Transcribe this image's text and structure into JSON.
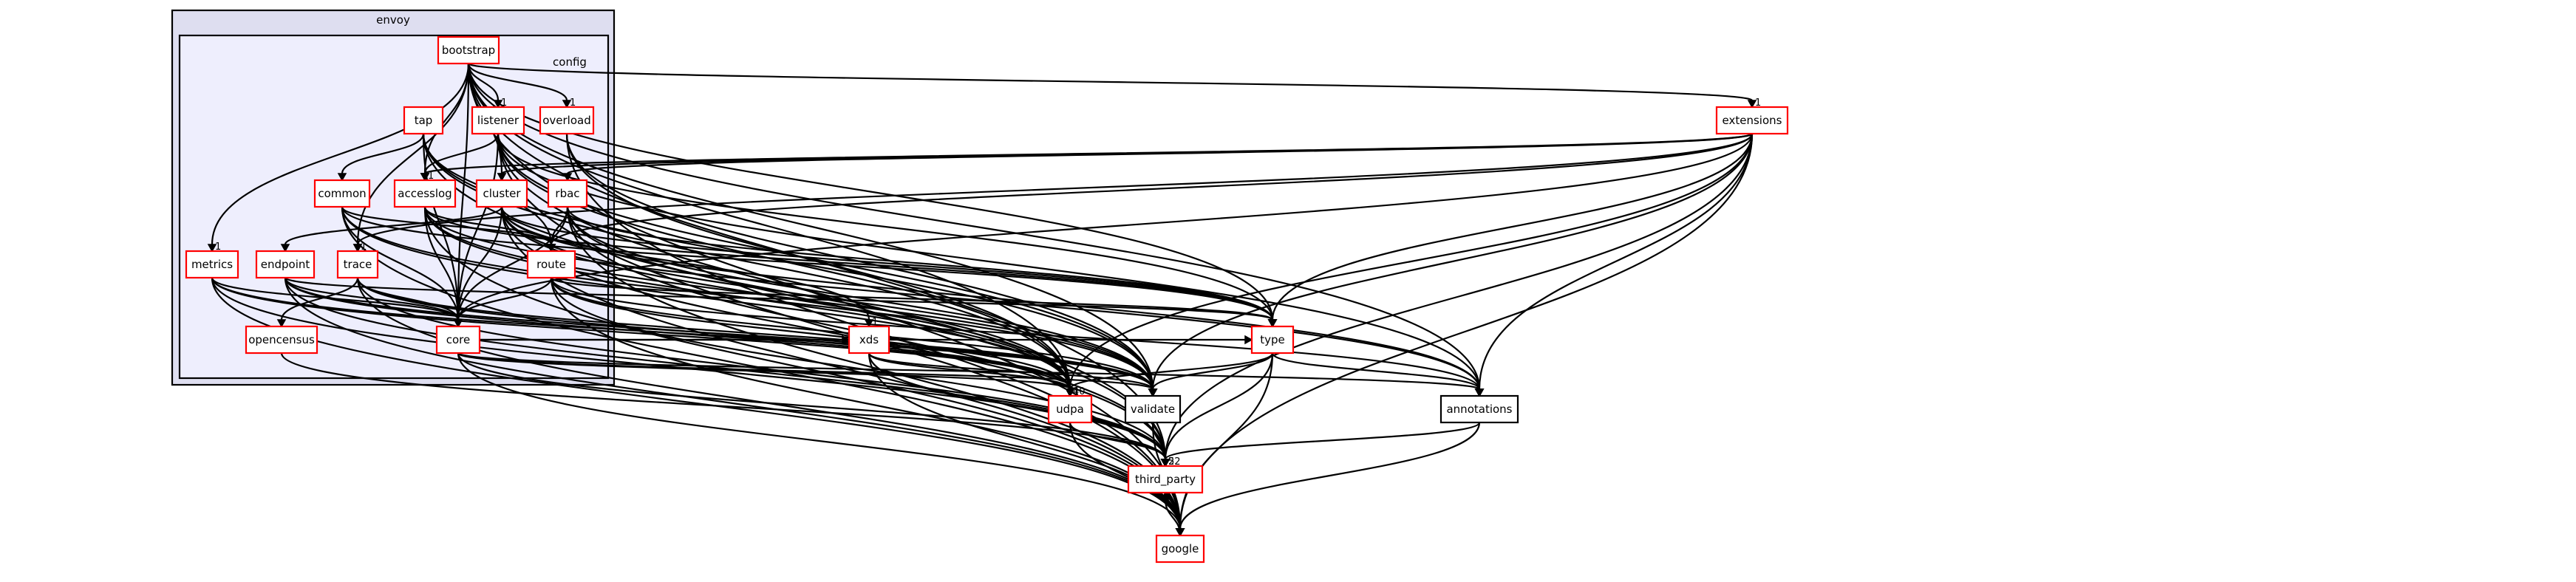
{
  "clusters": {
    "outer": {
      "label": "envoy",
      "fill": "#dedef0",
      "stroke": "#000000"
    },
    "inner": {
      "label": "config",
      "fill": "#eeeefd",
      "stroke": "#000000"
    }
  },
  "nodes": [
    {
      "id": "bootstrap",
      "label": "bootstrap",
      "linked": true
    },
    {
      "id": "tap",
      "label": "tap",
      "linked": true
    },
    {
      "id": "listener",
      "label": "listener",
      "linked": true
    },
    {
      "id": "overload",
      "label": "overload",
      "linked": true
    },
    {
      "id": "common",
      "label": "common",
      "linked": true
    },
    {
      "id": "accesslog",
      "label": "accesslog",
      "linked": true
    },
    {
      "id": "cluster",
      "label": "cluster",
      "linked": true
    },
    {
      "id": "rbac",
      "label": "rbac",
      "linked": true
    },
    {
      "id": "metrics",
      "label": "metrics",
      "linked": true
    },
    {
      "id": "endpoint",
      "label": "endpoint",
      "linked": true
    },
    {
      "id": "trace",
      "label": "trace",
      "linked": true
    },
    {
      "id": "route",
      "label": "route",
      "linked": true
    },
    {
      "id": "core",
      "label": "core",
      "linked": true
    },
    {
      "id": "extensions",
      "label": "extensions",
      "linked": true
    },
    {
      "id": "opencensus",
      "label": "opencensus",
      "linked": true
    },
    {
      "id": "xds",
      "label": "xds",
      "linked": true
    },
    {
      "id": "type",
      "label": "type",
      "linked": true
    },
    {
      "id": "udpa",
      "label": "udpa",
      "linked": true
    },
    {
      "id": "validate",
      "label": "validate",
      "linked": false
    },
    {
      "id": "annotations",
      "label": "annotations",
      "linked": false
    },
    {
      "id": "third_party",
      "label": "third_party",
      "linked": true
    },
    {
      "id": "google",
      "label": "google",
      "linked": true
    }
  ],
  "edges": [
    {
      "from": "bootstrap",
      "to": "listener",
      "label": "1"
    },
    {
      "from": "bootstrap",
      "to": "overload",
      "label": "1"
    },
    {
      "from": "bootstrap",
      "to": "metrics",
      "label": "1"
    },
    {
      "from": "bootstrap",
      "to": "extensions",
      "label": "1"
    },
    {
      "from": "bootstrap",
      "to": "trace",
      "label": "1"
    },
    {
      "from": "bootstrap",
      "to": "core",
      "label": ""
    },
    {
      "from": "bootstrap",
      "to": "cluster",
      "label": ""
    },
    {
      "from": "bootstrap",
      "to": "accesslog",
      "label": ""
    },
    {
      "from": "bootstrap",
      "to": "udpa",
      "label": ""
    },
    {
      "from": "bootstrap",
      "to": "validate",
      "label": ""
    },
    {
      "from": "bootstrap",
      "to": "annotations",
      "label": ""
    },
    {
      "from": "bootstrap",
      "to": "type",
      "label": ""
    },
    {
      "from": "bootstrap",
      "to": "third_party",
      "label": ""
    },
    {
      "from": "bootstrap",
      "to": "google",
      "label": ""
    },
    {
      "from": "tap",
      "to": "common",
      "label": ""
    },
    {
      "from": "tap",
      "to": "core",
      "label": ""
    },
    {
      "from": "tap",
      "to": "route",
      "label": ""
    },
    {
      "from": "tap",
      "to": "udpa",
      "label": ""
    },
    {
      "from": "tap",
      "to": "validate",
      "label": ""
    },
    {
      "from": "tap",
      "to": "third_party",
      "label": ""
    },
    {
      "from": "listener",
      "to": "accesslog",
      "label": "1"
    },
    {
      "from": "listener",
      "to": "core",
      "label": ""
    },
    {
      "from": "listener",
      "to": "type",
      "label": ""
    },
    {
      "from": "listener",
      "to": "udpa",
      "label": ""
    },
    {
      "from": "listener",
      "to": "validate",
      "label": ""
    },
    {
      "from": "listener",
      "to": "annotations",
      "label": ""
    },
    {
      "from": "listener",
      "to": "third_party",
      "label": ""
    },
    {
      "from": "listener",
      "to": "google",
      "label": ""
    },
    {
      "from": "overload",
      "to": "udpa",
      "label": ""
    },
    {
      "from": "overload",
      "to": "validate",
      "label": ""
    },
    {
      "from": "overload",
      "to": "google",
      "label": ""
    },
    {
      "from": "common",
      "to": "core",
      "label": ""
    },
    {
      "from": "common",
      "to": "route",
      "label": ""
    },
    {
      "from": "common",
      "to": "type",
      "label": ""
    },
    {
      "from": "common",
      "to": "udpa",
      "label": ""
    },
    {
      "from": "common",
      "to": "validate",
      "label": ""
    },
    {
      "from": "common",
      "to": "google",
      "label": ""
    },
    {
      "from": "accesslog",
      "to": "core",
      "label": ""
    },
    {
      "from": "accesslog",
      "to": "route",
      "label": ""
    },
    {
      "from": "accesslog",
      "to": "type",
      "label": ""
    },
    {
      "from": "accesslog",
      "to": "udpa",
      "label": ""
    },
    {
      "from": "accesslog",
      "to": "validate",
      "label": ""
    },
    {
      "from": "accesslog",
      "to": "annotations",
      "label": ""
    },
    {
      "from": "accesslog",
      "to": "google",
      "label": ""
    },
    {
      "from": "cluster",
      "to": "core",
      "label": ""
    },
    {
      "from": "cluster",
      "to": "endpoint",
      "label": ""
    },
    {
      "from": "cluster",
      "to": "type",
      "label": ""
    },
    {
      "from": "cluster",
      "to": "xds",
      "label": "1"
    },
    {
      "from": "cluster",
      "to": "udpa",
      "label": ""
    },
    {
      "from": "cluster",
      "to": "validate",
      "label": ""
    },
    {
      "from": "cluster",
      "to": "annotations",
      "label": ""
    },
    {
      "from": "cluster",
      "to": "third_party",
      "label": ""
    },
    {
      "from": "cluster",
      "to": "google",
      "label": ""
    },
    {
      "from": "rbac",
      "to": "route",
      "label": ""
    },
    {
      "from": "rbac",
      "to": "core",
      "label": ""
    },
    {
      "from": "rbac",
      "to": "type",
      "label": ""
    },
    {
      "from": "rbac",
      "to": "udpa",
      "label": ""
    },
    {
      "from": "rbac",
      "to": "validate",
      "label": ""
    },
    {
      "from": "rbac",
      "to": "third_party",
      "label": ""
    },
    {
      "from": "rbac",
      "to": "google",
      "label": ""
    },
    {
      "from": "metrics",
      "to": "core",
      "label": ""
    },
    {
      "from": "metrics",
      "to": "udpa",
      "label": ""
    },
    {
      "from": "metrics",
      "to": "validate",
      "label": ""
    },
    {
      "from": "metrics",
      "to": "third_party",
      "label": ""
    },
    {
      "from": "metrics",
      "to": "google",
      "label": ""
    },
    {
      "from": "endpoint",
      "to": "core",
      "label": ""
    },
    {
      "from": "endpoint",
      "to": "type",
      "label": ""
    },
    {
      "from": "endpoint",
      "to": "udpa",
      "label": ""
    },
    {
      "from": "endpoint",
      "to": "validate",
      "label": ""
    },
    {
      "from": "endpoint",
      "to": "third_party",
      "label": ""
    },
    {
      "from": "endpoint",
      "to": "google",
      "label": ""
    },
    {
      "from": "trace",
      "to": "core",
      "label": ""
    },
    {
      "from": "trace",
      "to": "opencensus",
      "label": ""
    },
    {
      "from": "trace",
      "to": "udpa",
      "label": ""
    },
    {
      "from": "trace",
      "to": "validate",
      "label": ""
    },
    {
      "from": "trace",
      "to": "third_party",
      "label": ""
    },
    {
      "from": "trace",
      "to": "google",
      "label": ""
    },
    {
      "from": "route",
      "to": "core",
      "label": ""
    },
    {
      "from": "route",
      "to": "type",
      "label": ""
    },
    {
      "from": "route",
      "to": "udpa",
      "label": ""
    },
    {
      "from": "route",
      "to": "validate",
      "label": ""
    },
    {
      "from": "route",
      "to": "annotations",
      "label": ""
    },
    {
      "from": "route",
      "to": "third_party",
      "label": ""
    },
    {
      "from": "route",
      "to": "google",
      "label": ""
    },
    {
      "from": "core",
      "to": "type",
      "label": ""
    },
    {
      "from": "core",
      "to": "xds",
      "label": "3"
    },
    {
      "from": "core",
      "to": "udpa",
      "label": "10"
    },
    {
      "from": "core",
      "to": "validate",
      "label": ""
    },
    {
      "from": "core",
      "to": "annotations",
      "label": ""
    },
    {
      "from": "core",
      "to": "third_party",
      "label": ""
    },
    {
      "from": "core",
      "to": "google",
      "label": ""
    },
    {
      "from": "extensions",
      "to": "trace",
      "label": ""
    },
    {
      "from": "extensions",
      "to": "route",
      "label": ""
    },
    {
      "from": "extensions",
      "to": "core",
      "label": ""
    },
    {
      "from": "extensions",
      "to": "rbac",
      "label": ""
    },
    {
      "from": "extensions",
      "to": "accesslog",
      "label": ""
    },
    {
      "from": "extensions",
      "to": "cluster",
      "label": ""
    },
    {
      "from": "extensions",
      "to": "type",
      "label": ""
    },
    {
      "from": "extensions",
      "to": "udpa",
      "label": ""
    },
    {
      "from": "extensions",
      "to": "validate",
      "label": ""
    },
    {
      "from": "extensions",
      "to": "annotations",
      "label": ""
    },
    {
      "from": "extensions",
      "to": "third_party",
      "label": ""
    },
    {
      "from": "extensions",
      "to": "google",
      "label": ""
    },
    {
      "from": "opencensus",
      "to": "third_party",
      "label": ""
    },
    {
      "from": "xds",
      "to": "udpa",
      "label": ""
    },
    {
      "from": "xds",
      "to": "validate",
      "label": ""
    },
    {
      "from": "xds",
      "to": "third_party",
      "label": ""
    },
    {
      "from": "xds",
      "to": "google",
      "label": ""
    },
    {
      "from": "type",
      "to": "udpa",
      "label": "4"
    },
    {
      "from": "type",
      "to": "validate",
      "label": ""
    },
    {
      "from": "type",
      "to": "annotations",
      "label": ""
    },
    {
      "from": "type",
      "to": "third_party",
      "label": ""
    },
    {
      "from": "type",
      "to": "google",
      "label": ""
    },
    {
      "from": "udpa",
      "to": "third_party",
      "label": "22"
    },
    {
      "from": "udpa",
      "to": "google",
      "label": ""
    },
    {
      "from": "validate",
      "to": "third_party",
      "label": "5"
    },
    {
      "from": "validate",
      "to": "google",
      "label": ""
    },
    {
      "from": "annotations",
      "to": "third_party",
      "label": ""
    },
    {
      "from": "annotations",
      "to": "google",
      "label": ""
    },
    {
      "from": "third_party",
      "to": "google",
      "label": ""
    },
    {
      "from": "google",
      "to": "third_party",
      "label": "1"
    }
  ]
}
